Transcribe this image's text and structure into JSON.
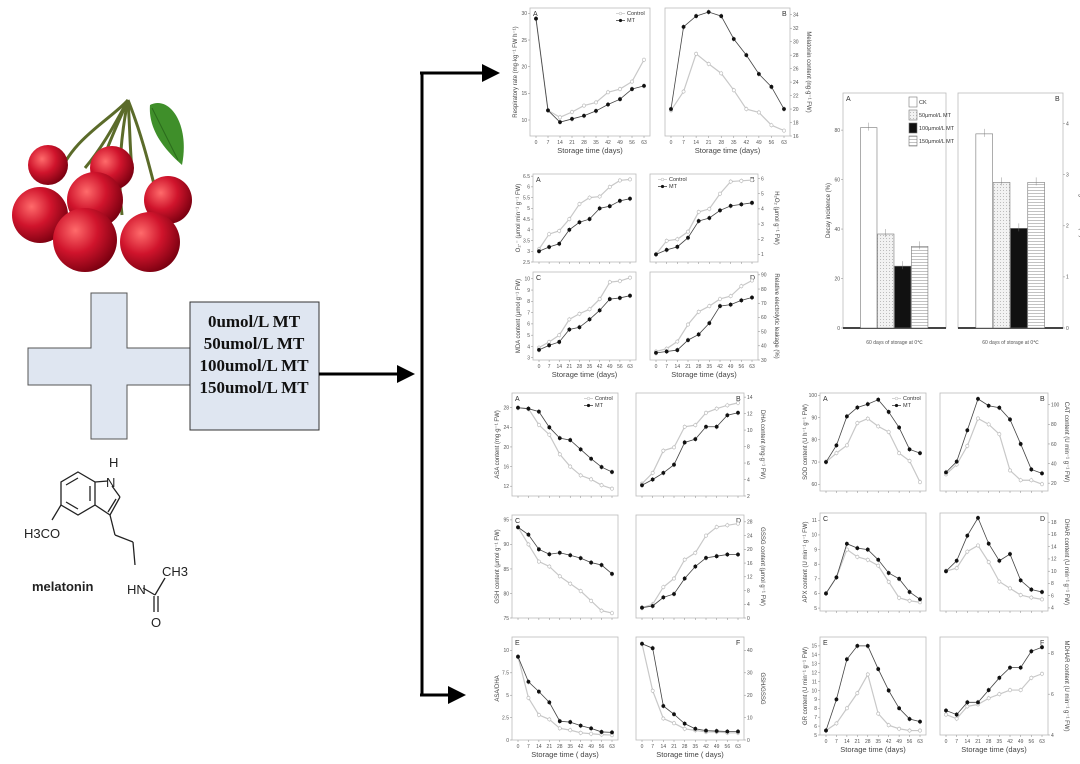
{
  "treatment_box": {
    "lines": [
      "0umol/L MT",
      "50umol/L MT",
      "100umol/L MT",
      "150umol/L MT"
    ]
  },
  "molecule": {
    "name": "melatonin",
    "labels": {
      "nh_h": "H",
      "nh_n": "N",
      "methoxy": "H3CO",
      "amide_nh": "HN",
      "methyl": "CH3",
      "oxygen": "O"
    }
  },
  "colors": {
    "cross_fill": "#dfe6f1",
    "cherry": "#c8102e",
    "leaf": "#3f8f2a",
    "control": "#b8b8b8",
    "mt": "#111111"
  },
  "chart_data": [
    {
      "id": "resp",
      "type": "line",
      "panel": "A",
      "ylabel": "Respiratory rate (mg·kg⁻¹ FW h⁻¹)",
      "xlabel": "Storage time (days)",
      "axis": "left",
      "x": [
        0,
        7,
        14,
        21,
        28,
        35,
        42,
        49,
        56,
        63
      ],
      "ylim": [
        7,
        31
      ],
      "yticks": [
        10,
        15,
        20,
        25,
        30
      ],
      "legend": true,
      "series": [
        {
          "name": "Control",
          "values": [
            29,
            11.8,
            10.5,
            11.5,
            12.7,
            13.3,
            15.2,
            15.8,
            17.2,
            21.3
          ]
        },
        {
          "name": "MT",
          "values": [
            29,
            11.8,
            9.6,
            10.2,
            10.8,
            11.7,
            12.9,
            13.9,
            15.8,
            16.4
          ]
        }
      ]
    },
    {
      "id": "melatonin",
      "type": "line",
      "panel": "B",
      "ylabel": "Melatonin content (ng·g⁻¹ FW)",
      "xlabel": "Storage time (days)",
      "axis": "right",
      "x": [
        0,
        7,
        14,
        21,
        28,
        35,
        42,
        49,
        56,
        63
      ],
      "ylim": [
        16,
        35
      ],
      "yticks": [
        16,
        18,
        20,
        22,
        24,
        26,
        28,
        30,
        32,
        34
      ],
      "legend": false,
      "series": [
        {
          "name": "Control",
          "values": [
            19.8,
            22.6,
            28.2,
            26.7,
            25.3,
            22.8,
            20.0,
            19.5,
            17.6,
            16.8
          ]
        },
        {
          "name": "MT",
          "values": [
            20,
            32.2,
            33.8,
            34.4,
            33.8,
            30.4,
            28.0,
            25.2,
            23.3,
            20.0
          ]
        }
      ]
    },
    {
      "id": "o2",
      "type": "line",
      "panel": "A",
      "ylabel": "O₂·⁻ (μmol min⁻¹ g⁻¹ FW)",
      "xlabel": "",
      "axis": "left",
      "x": [
        0,
        7,
        14,
        21,
        28,
        35,
        42,
        49,
        56,
        63
      ],
      "ylim": [
        2.5,
        6.6
      ],
      "yticks": [
        2.5,
        3.0,
        3.5,
        4.0,
        4.5,
        5.0,
        5.5,
        6.0,
        6.5
      ],
      "legend": false,
      "series": [
        {
          "name": "Control",
          "values": [
            3.1,
            3.8,
            3.95,
            4.5,
            5.2,
            5.5,
            5.55,
            6.0,
            6.3,
            6.35
          ]
        },
        {
          "name": "MT",
          "values": [
            3.0,
            3.2,
            3.35,
            4.0,
            4.35,
            4.5,
            5.0,
            5.1,
            5.35,
            5.45
          ]
        }
      ]
    },
    {
      "id": "h2o2",
      "type": "line",
      "panel": "B",
      "ylabel": "H₂O₂ (μmol g⁻¹ FW)",
      "xlabel": "",
      "axis": "right",
      "x": [
        0,
        7,
        14,
        21,
        28,
        35,
        42,
        49,
        56,
        63
      ],
      "ylim": [
        0.5,
        6.3
      ],
      "yticks": [
        1,
        2,
        3,
        4,
        5,
        6
      ],
      "legend": true,
      "series": [
        {
          "name": "Control",
          "values": [
            1,
            1.9,
            2,
            2.5,
            3.8,
            4,
            5,
            5.8,
            5.85,
            5.9
          ]
        },
        {
          "name": "MT",
          "values": [
            1,
            1.3,
            1.5,
            2.1,
            3.2,
            3.4,
            3.9,
            4.2,
            4.3,
            4.4
          ]
        }
      ]
    },
    {
      "id": "mda",
      "type": "line",
      "panel": "C",
      "ylabel": "MDA content (μmol g⁻¹ FW)",
      "xlabel": "Storage time (days)",
      "axis": "left",
      "x": [
        0,
        7,
        14,
        21,
        28,
        35,
        42,
        49,
        56,
        63
      ],
      "ylim": [
        2.8,
        10.6
      ],
      "yticks": [
        3,
        4,
        5,
        6,
        7,
        8,
        9,
        10
      ],
      "legend": false,
      "series": [
        {
          "name": "Control",
          "values": [
            3.9,
            4.4,
            5.0,
            6.4,
            6.9,
            7.3,
            8.2,
            9.7,
            9.8,
            10.1
          ]
        },
        {
          "name": "MT",
          "values": [
            3.7,
            4.1,
            4.4,
            5.5,
            5.7,
            6.4,
            7.2,
            8.2,
            8.3,
            8.5
          ]
        }
      ]
    },
    {
      "id": "leakage",
      "type": "line",
      "panel": "D",
      "ylabel": "Relative electrolytic leakage (%)",
      "xlabel": "Storage time (days)",
      "axis": "right",
      "x": [
        0,
        7,
        14,
        21,
        28,
        35,
        42,
        49,
        56,
        63
      ],
      "ylim": [
        30,
        92
      ],
      "yticks": [
        30,
        40,
        50,
        60,
        70,
        80,
        90
      ],
      "legend": false,
      "series": [
        {
          "name": "Control",
          "values": [
            36,
            38,
            43,
            55,
            64,
            68,
            73,
            75,
            82,
            86
          ]
        },
        {
          "name": "MT",
          "values": [
            35,
            36,
            37,
            44,
            48,
            56,
            68,
            69,
            72,
            74
          ]
        }
      ]
    },
    {
      "id": "decay",
      "type": "bar",
      "panel": "A",
      "ylabel": "Decay incidence (%)",
      "xlabel": "60 days of storage at 0℃",
      "axis": "left",
      "ylim": [
        0,
        95
      ],
      "yticks": [
        0,
        20,
        40,
        60,
        80
      ],
      "legend": true,
      "categories": [
        "CK",
        "50μmol/L MT",
        "100μmol/L MT",
        "150μmol/L MT"
      ],
      "values": [
        81,
        38,
        25,
        33
      ]
    },
    {
      "id": "weightloss",
      "type": "bar",
      "panel": "B",
      "ylabel": "Weight loss rate (%)",
      "xlabel": "60 days of storage at 0℃",
      "axis": "right",
      "ylim": [
        0,
        4.6
      ],
      "yticks": [
        0,
        1,
        2,
        3,
        4
      ],
      "legend": false,
      "categories": [
        "CK",
        "50μmol/L MT",
        "100μmol/L MT",
        "150μmol/L MT"
      ],
      "values": [
        3.8,
        2.85,
        1.95,
        2.85
      ]
    },
    {
      "id": "asa",
      "type": "line",
      "panel": "A",
      "ylabel": "ASA content (mg·g⁻¹ FW)",
      "xlabel": "",
      "axis": "left",
      "x": [
        0,
        7,
        14,
        21,
        28,
        35,
        42,
        49,
        56,
        63
      ],
      "ylim": [
        10,
        31
      ],
      "yticks": [
        12,
        16,
        20,
        24,
        28
      ],
      "legend": true,
      "series": [
        {
          "name": "Control",
          "values": [
            28,
            27.8,
            24.5,
            22.5,
            18.5,
            16,
            14.2,
            13.4,
            12.2,
            11.5
          ]
        },
        {
          "name": "MT",
          "values": [
            28,
            27.8,
            27.2,
            24,
            21.8,
            21.4,
            19.5,
            17.6,
            15.9,
            14.9
          ]
        }
      ]
    },
    {
      "id": "dha",
      "type": "line",
      "panel": "B",
      "ylabel": "DHA content (mg·g⁻¹ FW)",
      "xlabel": "",
      "axis": "right",
      "x": [
        0,
        7,
        14,
        21,
        28,
        35,
        42,
        49,
        56,
        63
      ],
      "ylim": [
        2,
        14.5
      ],
      "yticks": [
        2,
        4,
        6,
        8,
        10,
        12,
        14
      ],
      "legend": false,
      "series": [
        {
          "name": "Control",
          "values": [
            3.5,
            4.8,
            7.5,
            7.9,
            10.4,
            10.6,
            12.1,
            12.6,
            13,
            13.3
          ]
        },
        {
          "name": "MT",
          "values": [
            3.3,
            4,
            4.8,
            5.8,
            8.5,
            8.9,
            10.4,
            10.4,
            11.8,
            12.1
          ]
        }
      ]
    },
    {
      "id": "gsh",
      "type": "line",
      "panel": "C",
      "ylabel": "GSH content (μmol g⁻¹ FW)",
      "xlabel": "",
      "axis": "left",
      "x": [
        0,
        7,
        14,
        21,
        28,
        35,
        42,
        49,
        56,
        63
      ],
      "ylim": [
        75,
        96
      ],
      "yticks": [
        75,
        80,
        85,
        90,
        95
      ],
      "legend": false,
      "series": [
        {
          "name": "Control",
          "values": [
            93.5,
            90,
            86.5,
            85.5,
            83.5,
            82,
            80.5,
            78.5,
            76.5,
            76
          ]
        },
        {
          "name": "MT",
          "values": [
            93.5,
            92,
            89,
            88,
            88.3,
            87.8,
            87.2,
            86.3,
            85.8,
            84
          ]
        }
      ]
    },
    {
      "id": "gssg",
      "type": "line",
      "panel": "D",
      "ylabel": "GSSG content (μmol g⁻¹ FW)",
      "xlabel": "",
      "axis": "right",
      "x": [
        0,
        7,
        14,
        21,
        28,
        35,
        42,
        49,
        56,
        63
      ],
      "ylim": [
        0,
        30
      ],
      "yticks": [
        0,
        4,
        8,
        12,
        16,
        20,
        24,
        28
      ],
      "legend": false,
      "series": [
        {
          "name": "Control",
          "values": [
            3,
            4,
            9,
            11.5,
            17,
            19,
            24,
            26.5,
            27,
            27.5
          ]
        },
        {
          "name": "MT",
          "values": [
            3,
            3.5,
            6,
            7,
            11.5,
            15,
            17.5,
            18,
            18.5,
            18.5
          ]
        }
      ]
    },
    {
      "id": "asadha",
      "type": "line",
      "panel": "E",
      "ylabel": "ASA/DHA",
      "xlabel": "Storage time ( days)",
      "axis": "left",
      "x": [
        0,
        7,
        14,
        21,
        28,
        35,
        42,
        49,
        56,
        63
      ],
      "ylim": [
        0,
        11.5
      ],
      "yticks": [
        0,
        2.5,
        5.0,
        7.5,
        10.0
      ],
      "legend": false,
      "series": [
        {
          "name": "Control",
          "values": [
            9.3,
            4.7,
            2.8,
            2.3,
            1.3,
            1.1,
            0.8,
            0.7,
            0.6,
            0.55
          ]
        },
        {
          "name": "MT",
          "values": [
            9.3,
            6.5,
            5.4,
            4.2,
            2.1,
            2,
            1.6,
            1.3,
            0.9,
            0.85
          ]
        }
      ]
    },
    {
      "id": "gshgssg",
      "type": "line",
      "panel": "F",
      "ylabel": "GSH/GSSG",
      "xlabel": "Storage time ( days)",
      "axis": "right",
      "x": [
        0,
        7,
        14,
        21,
        28,
        35,
        42,
        49,
        56,
        63
      ],
      "ylim": [
        0,
        46
      ],
      "yticks": [
        0,
        10,
        20,
        30,
        40
      ],
      "legend": false,
      "series": [
        {
          "name": "Control",
          "values": [
            43,
            22,
            9.6,
            7.5,
            5,
            4.3,
            3.6,
            3.6,
            3.2,
            3.2
          ]
        },
        {
          "name": "MT",
          "values": [
            43,
            41,
            15.2,
            11.5,
            7.3,
            5,
            4.2,
            4,
            3.8,
            3.8
          ]
        }
      ]
    },
    {
      "id": "sod",
      "type": "line",
      "panel": "A",
      "ylabel": "SOD content (U h⁻¹ g⁻¹ FW)",
      "xlabel": "",
      "axis": "left",
      "x": [
        0,
        7,
        14,
        21,
        28,
        35,
        42,
        49,
        56,
        63
      ],
      "ylim": [
        57,
        101
      ],
      "yticks": [
        60,
        70,
        80,
        90,
        100
      ],
      "legend": true,
      "series": [
        {
          "name": "Control",
          "values": [
            70,
            74,
            77.5,
            87.5,
            89.5,
            86,
            83.5,
            74,
            70.5,
            61
          ]
        },
        {
          "name": "MT",
          "values": [
            70,
            77.5,
            90.5,
            94.5,
            96,
            98,
            92.5,
            85.5,
            75.7,
            74
          ]
        }
      ]
    },
    {
      "id": "cat",
      "type": "line",
      "panel": "B",
      "ylabel": "CAT content (U min⁻¹ g⁻¹ FW)",
      "xlabel": "",
      "axis": "right",
      "x": [
        0,
        7,
        14,
        21,
        28,
        35,
        42,
        49,
        56,
        63
      ],
      "ylim": [
        12,
        112
      ],
      "yticks": [
        20,
        40,
        60,
        80,
        100
      ],
      "legend": false,
      "series": [
        {
          "name": "Control",
          "values": [
            29,
            39,
            58,
            86,
            80,
            70,
            33,
            23,
            23,
            19
          ]
        },
        {
          "name": "MT",
          "values": [
            31,
            42,
            74,
            106,
            99,
            97,
            85,
            60,
            34,
            30
          ]
        }
      ]
    },
    {
      "id": "apx",
      "type": "line",
      "panel": "C",
      "ylabel": "APX content (U min⁻¹ g⁻¹ FW)",
      "xlabel": "",
      "axis": "left",
      "x": [
        0,
        7,
        14,
        21,
        28,
        35,
        42,
        49,
        56,
        63
      ],
      "ylim": [
        4.8,
        11.5
      ],
      "yticks": [
        5,
        6,
        7,
        8,
        9,
        10,
        11
      ],
      "legend": false,
      "series": [
        {
          "name": "Control",
          "values": [
            6,
            7.1,
            9,
            8.5,
            8.3,
            7.9,
            6.8,
            5.7,
            5.5,
            5.4
          ]
        },
        {
          "name": "MT",
          "values": [
            6,
            7.1,
            9.4,
            9.1,
            9,
            8.3,
            7.4,
            7,
            6.1,
            5.6
          ]
        }
      ]
    },
    {
      "id": "dhar",
      "type": "line",
      "panel": "D",
      "ylabel": "DHAR content (U min⁻¹ g⁻¹ FW)",
      "xlabel": "",
      "axis": "right",
      "x": [
        0,
        7,
        14,
        21,
        28,
        35,
        42,
        49,
        56,
        63
      ],
      "ylim": [
        3.5,
        19.5
      ],
      "yticks": [
        4,
        6,
        8,
        10,
        12,
        14,
        16,
        18
      ],
      "legend": false,
      "series": [
        {
          "name": "Control",
          "values": [
            10,
            10.5,
            13.2,
            14.2,
            11.5,
            8.3,
            7.2,
            6.1,
            5.7,
            5.4
          ]
        },
        {
          "name": "MT",
          "values": [
            10,
            11.7,
            15.8,
            18.7,
            14.5,
            11.7,
            12.8,
            8.5,
            7,
            6.6
          ]
        }
      ]
    },
    {
      "id": "gr",
      "type": "line",
      "panel": "E",
      "ylabel": "GR content (U min⁻¹ g⁻¹ FW)",
      "xlabel": "Storage time (days)",
      "axis": "left",
      "x": [
        0,
        7,
        14,
        21,
        28,
        35,
        42,
        49,
        56,
        63
      ],
      "ylim": [
        5,
        16
      ],
      "yticks": [
        5,
        6,
        7,
        8,
        9,
        10,
        11,
        12,
        13,
        14,
        15
      ],
      "legend": false,
      "series": [
        {
          "name": "Control",
          "values": [
            5.5,
            6.3,
            8,
            9.7,
            11.8,
            7.4,
            6.1,
            5.7,
            5.5,
            5.5
          ]
        },
        {
          "name": "MT",
          "values": [
            5.5,
            9,
            13.5,
            15,
            15,
            12.4,
            10,
            8,
            6.8,
            6.5
          ]
        }
      ]
    },
    {
      "id": "mdhar",
      "type": "line",
      "panel": "F",
      "ylabel": "MDHAR content (U min⁻¹ g⁻¹ FW)",
      "xlabel": "Storage time (days)",
      "axis": "right",
      "x": [
        0,
        7,
        14,
        21,
        28,
        35,
        42,
        49,
        56,
        63
      ],
      "ylim": [
        4,
        8.8
      ],
      "yticks": [
        4,
        6,
        8
      ],
      "legend": false,
      "series": [
        {
          "name": "Control",
          "values": [
            5,
            4.8,
            5.4,
            5.5,
            5.8,
            6,
            6.2,
            6.2,
            6.8,
            7
          ]
        },
        {
          "name": "MT",
          "values": [
            5.2,
            5.0,
            5.6,
            5.6,
            6.2,
            6.8,
            7.3,
            7.3,
            8.1,
            8.3
          ]
        }
      ]
    }
  ]
}
